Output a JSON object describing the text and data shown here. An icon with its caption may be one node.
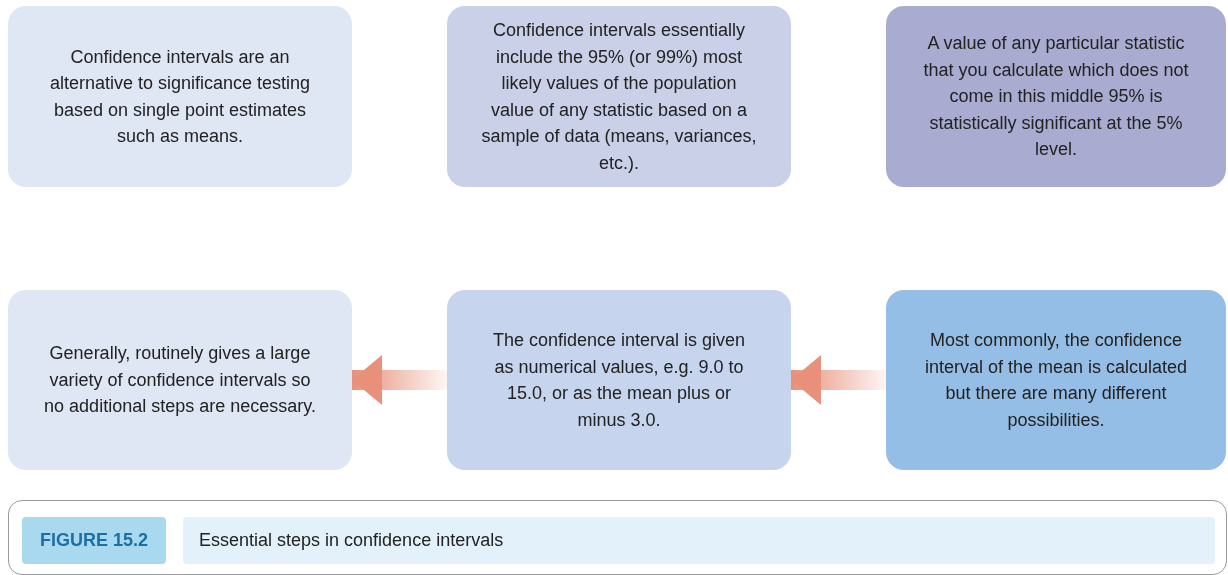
{
  "diagram": {
    "caption": "Essential steps in confidence intervals",
    "nodes": [
      {
        "text": [
          "Confidence intervals are an alternative to significance testing based on single point estimates such as means."
        ]
      },
      {
        "text": [
          "Confidence intervals essentially include the 95% (or 99%) most likely values of the population value of any statistic based on a sample of data (means, variances, etc.)."
        ]
      },
      {
        "text": [
          "A value of any particular statistic that you calculate which does not come in this middle 95% is statistically significant at the 5% level."
        ]
      },
      {
        "text": [
          "Generally, routinely gives a large variety of confidence intervals so no additional steps are necessary."
        ]
      },
      {
        "text": [
          "The confidence interval is given as numerical values, e.g. 9.0 to 15.0, or as the mean plus or minus 3.0."
        ]
      },
      {
        "text": [
          "Most commonly, the confidence interval of the mean is calculated but there are many different possibilities."
        ]
      }
    ],
    "edges": [
      {
        "from": 5,
        "to": 4,
        "arrow": "to"
      },
      {
        "from": 4,
        "to": 3,
        "arrow": "to"
      }
    ],
    "labels": [
      "FIGURE 15.2"
    ]
  }
}
